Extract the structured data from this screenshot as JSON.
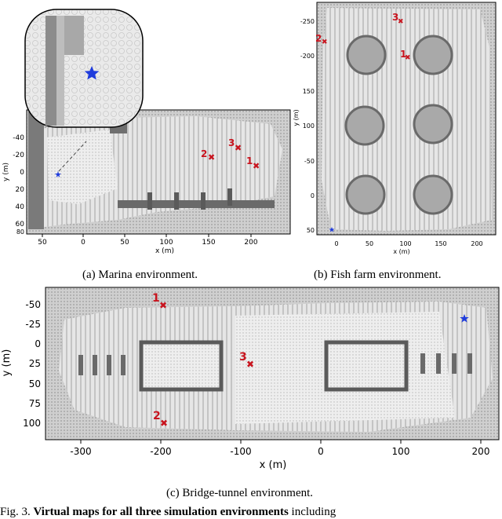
{
  "figure": {
    "marina": {
      "caption": "(a) Marina environment.",
      "xlabel": "x (m)",
      "ylabel": "y (m)",
      "xticks": [
        "50",
        "0",
        "50",
        "100",
        "150",
        "200"
      ],
      "yticks": [
        "-40",
        "-20",
        "0",
        "20",
        "40",
        "60",
        "80"
      ],
      "waypoints": [
        "1",
        "2",
        "3"
      ]
    },
    "fishfarm": {
      "caption": "(b) Fish farm environment.",
      "xlabel": "x (m)",
      "ylabel": "y (m)",
      "xticks": [
        "0",
        "50",
        "100",
        "150",
        "200"
      ],
      "yticks": [
        "-250",
        "-200",
        "150",
        "100",
        "-50",
        "0",
        "50"
      ],
      "waypoints": [
        "1",
        "2",
        "3"
      ]
    },
    "bridge": {
      "caption": "(c) Bridge-tunnel environment.",
      "xlabel": "x (m)",
      "ylabel": "y (m)",
      "xticks": [
        "-300",
        "-200",
        "-100",
        "0",
        "100",
        "200"
      ],
      "yticks": [
        "-50",
        "-25",
        "0",
        "25",
        "50",
        "75",
        "100"
      ],
      "waypoints": [
        "1",
        "2",
        "3"
      ]
    }
  },
  "text": {
    "fig_label": "Fig. 3.",
    "bold_part": "Virtual maps for all three simulation environments",
    "tail": "including"
  },
  "colors": {
    "waypoint": "#c8141e",
    "start_star": "#1f3cdc",
    "map_dark": "#8f8f8f",
    "map_light": "#e8e8e8",
    "obstacle": "#5a5a5a"
  }
}
